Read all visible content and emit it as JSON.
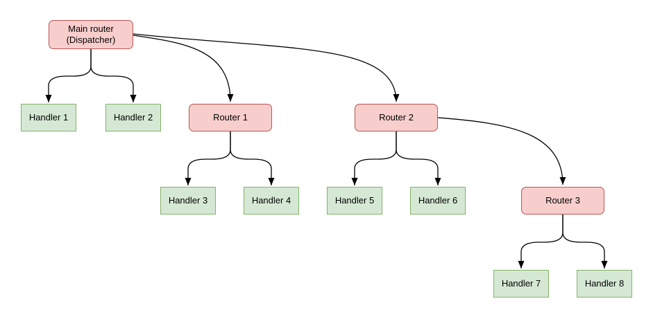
{
  "diagram": {
    "type": "tree-flow-diagram",
    "colors": {
      "background": "#ffffff",
      "router_fill": "#f8cecc",
      "router_border": "#b85450",
      "handler_fill": "#d5e8d4",
      "handler_border": "#82b366",
      "edge": "#000000"
    },
    "nodes": [
      {
        "id": "main-router",
        "label": "Main router\n(Dispatcher)",
        "kind": "router"
      },
      {
        "id": "handler-1",
        "label": "Handler 1",
        "kind": "handler"
      },
      {
        "id": "handler-2",
        "label": "Handler 2",
        "kind": "handler"
      },
      {
        "id": "router-1",
        "label": "Router 1",
        "kind": "router"
      },
      {
        "id": "router-2",
        "label": "Router 2",
        "kind": "router"
      },
      {
        "id": "handler-3",
        "label": "Handler 3",
        "kind": "handler"
      },
      {
        "id": "handler-4",
        "label": "Handler 4",
        "kind": "handler"
      },
      {
        "id": "handler-5",
        "label": "Handler 5",
        "kind": "handler"
      },
      {
        "id": "handler-6",
        "label": "Handler 6",
        "kind": "handler"
      },
      {
        "id": "router-3",
        "label": "Router 3",
        "kind": "router"
      },
      {
        "id": "handler-7",
        "label": "Handler 7",
        "kind": "handler"
      },
      {
        "id": "handler-8",
        "label": "Handler 8",
        "kind": "handler"
      }
    ],
    "edges": [
      {
        "from": "main-router",
        "to": "handler-1"
      },
      {
        "from": "main-router",
        "to": "handler-2"
      },
      {
        "from": "main-router",
        "to": "router-1"
      },
      {
        "from": "main-router",
        "to": "router-2"
      },
      {
        "from": "router-1",
        "to": "handler-3"
      },
      {
        "from": "router-1",
        "to": "handler-4"
      },
      {
        "from": "router-2",
        "to": "handler-5"
      },
      {
        "from": "router-2",
        "to": "handler-6"
      },
      {
        "from": "router-2",
        "to": "router-3"
      },
      {
        "from": "router-3",
        "to": "handler-7"
      },
      {
        "from": "router-3",
        "to": "handler-8"
      }
    ]
  }
}
